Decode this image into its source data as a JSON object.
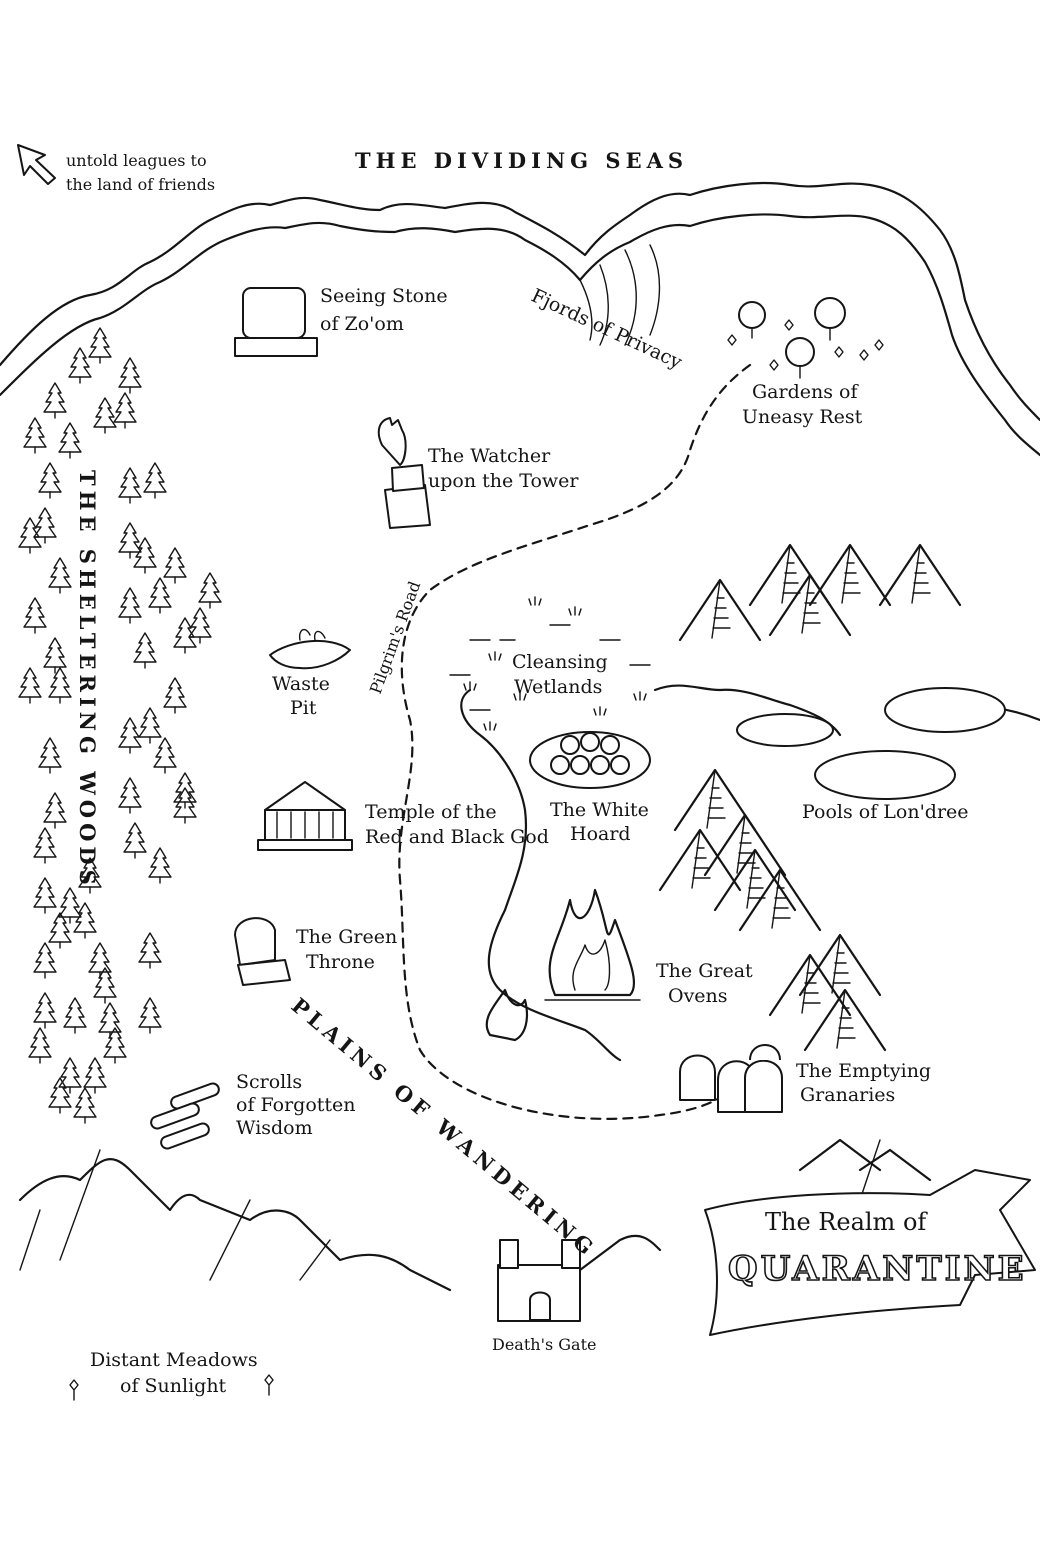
{
  "map": {
    "seas": "THE DIVIDING SEAS",
    "woods": "THE SHELTERING WOODS",
    "plains": "PLAINS OF WANDERING",
    "road": "Pilgrim's Road",
    "fjords": "Fjords of Privacy",
    "direction_note": [
      "untold leagues to",
      "the land of friends"
    ],
    "banner": {
      "line1": "The Realm of",
      "line2": "QUARANTINE"
    },
    "landmarks": {
      "seeing_stone": [
        "Seeing Stone",
        "of Zo'om"
      ],
      "gardens": [
        "Gardens of",
        "Uneasy Rest"
      ],
      "watcher": [
        "The Watcher",
        "upon the Tower"
      ],
      "waste_pit": [
        "Waste",
        "Pit"
      ],
      "wetlands": [
        "Cleansing",
        "Wetlands"
      ],
      "white_hoard": [
        "The White",
        "Hoard"
      ],
      "pools": "Pools of Lon'dree",
      "temple": [
        "Temple of the",
        "Red and Black God"
      ],
      "green_throne": [
        "The Green",
        "Throne"
      ],
      "great_ovens": [
        "The Great",
        "Ovens"
      ],
      "granaries": [
        "The Emptying",
        "Granaries"
      ],
      "scrolls": [
        "Scrolls",
        "of Forgotten",
        "Wisdom"
      ],
      "deaths_gate": "Death's Gate",
      "meadows": [
        "Distant Meadows",
        "of Sunlight"
      ]
    }
  }
}
